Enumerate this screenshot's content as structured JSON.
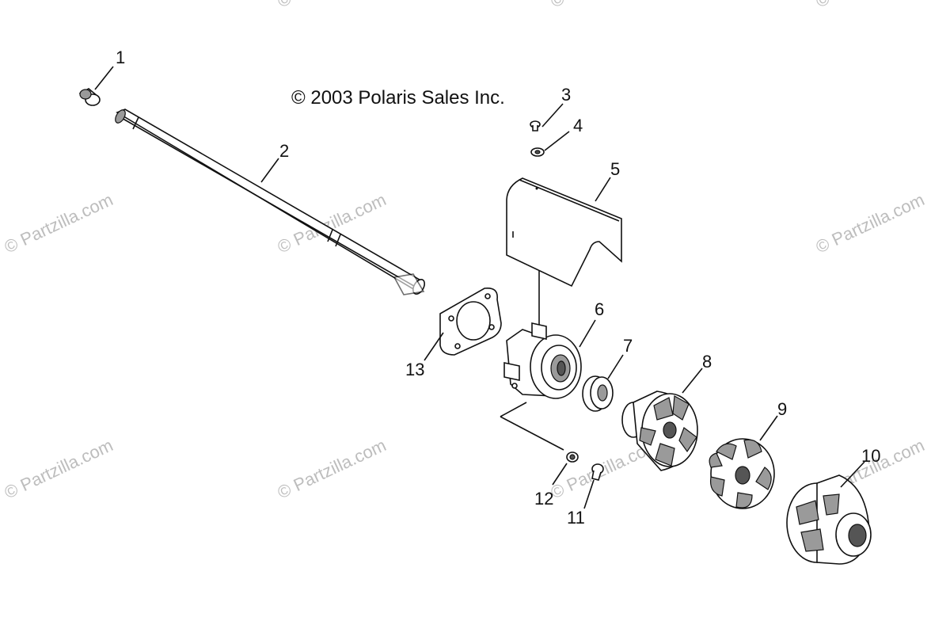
{
  "copyright": "© 2003 Polaris Sales Inc.",
  "watermark": "© Partzilla.com",
  "callouts": [
    "1",
    "2",
    "3",
    "4",
    "5",
    "6",
    "7",
    "8",
    "9",
    "10",
    "11",
    "12",
    "13"
  ],
  "colors": {
    "line": "#111111",
    "shade": "#9a9a9a",
    "watermark": "#bdbdbd",
    "background": "#ffffff"
  }
}
